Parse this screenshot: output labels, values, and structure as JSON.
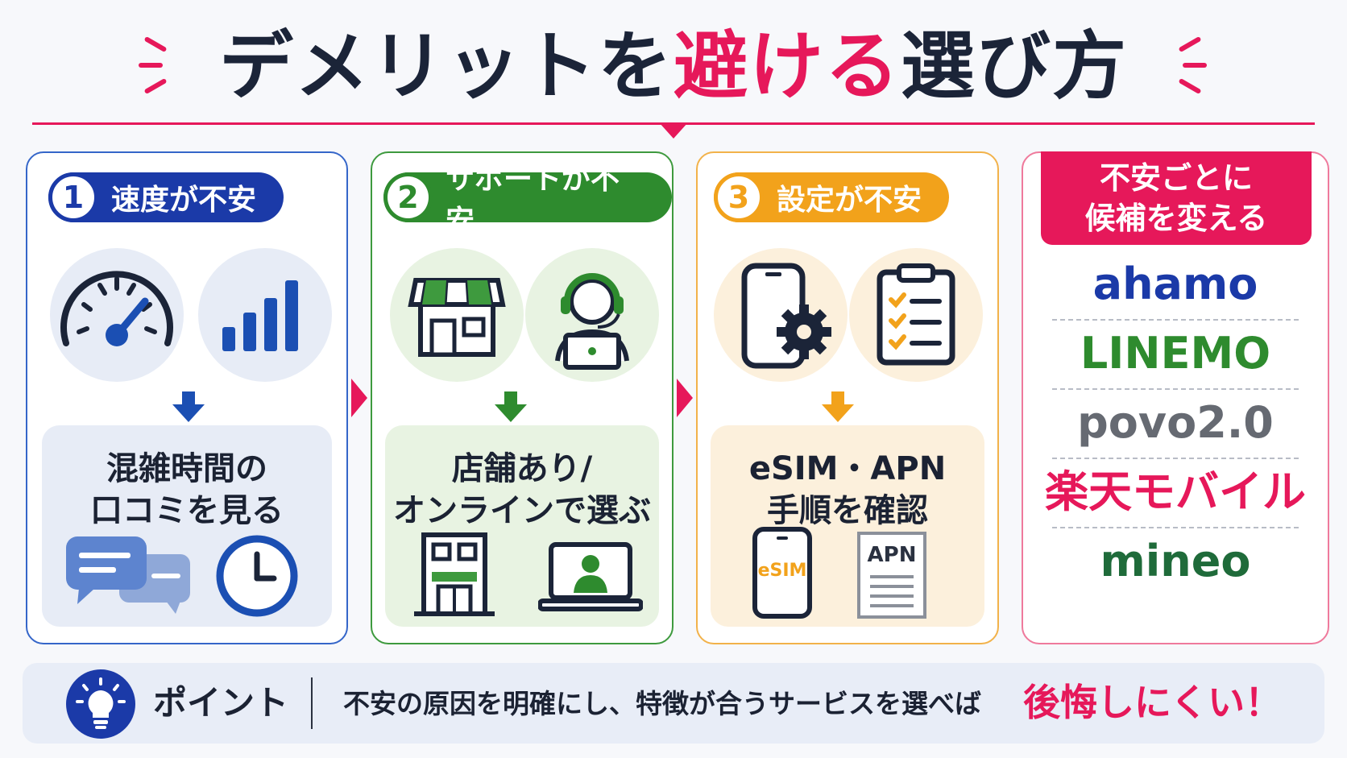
{
  "title": {
    "part1": "デメリットを",
    "part2": "避ける",
    "part3": "選び方"
  },
  "colors": {
    "accent": "#e6185a",
    "blue": "#1b4fb3",
    "green": "#2e8b2e",
    "orange": "#f2a21b"
  },
  "steps": [
    {
      "number": "1",
      "label": "速度が不安",
      "icons": [
        "speedometer-icon",
        "signal-bars-icon"
      ],
      "advice_lines": [
        "混雑時間の",
        "口コミを見る"
      ],
      "bottom_icons": [
        "chat-bubbles-icon",
        "clock-icon"
      ]
    },
    {
      "number": "2",
      "label": "サポートが不安",
      "icons": [
        "store-icon",
        "headset-operator-icon"
      ],
      "advice_lines": [
        "店舗あり/",
        "オンラインで選ぶ"
      ],
      "bottom_icons": [
        "shop-building-icon",
        "laptop-user-icon"
      ]
    },
    {
      "number": "3",
      "label": "設定が不安",
      "icons": [
        "phone-settings-icon",
        "checklist-icon"
      ],
      "advice_lines": [
        "eSIM・APN",
        "手順を確認"
      ],
      "bottom_icons": [
        "esim-phone-icon",
        "apn-document-icon"
      ],
      "esim_label": "eSIM",
      "apn_label": "APN"
    }
  ],
  "candidates": {
    "header_lines": [
      "不安ごとに",
      "候補を変える"
    ],
    "items": [
      {
        "name": "ahamo",
        "color": "#1b3aa8"
      },
      {
        "name": "LINEMO",
        "color": "#2e8b2e"
      },
      {
        "name": "povo2.0",
        "color": "#666a72"
      },
      {
        "name": "楽天モバイル",
        "color": "#e6185a"
      },
      {
        "name": "mineo",
        "color": "#1f6b3a"
      }
    ]
  },
  "point": {
    "label": "ポイント",
    "text": "不安の原因を明確にし、特徴が合うサービスを選べば",
    "emphasis": "後悔しにくい！"
  }
}
